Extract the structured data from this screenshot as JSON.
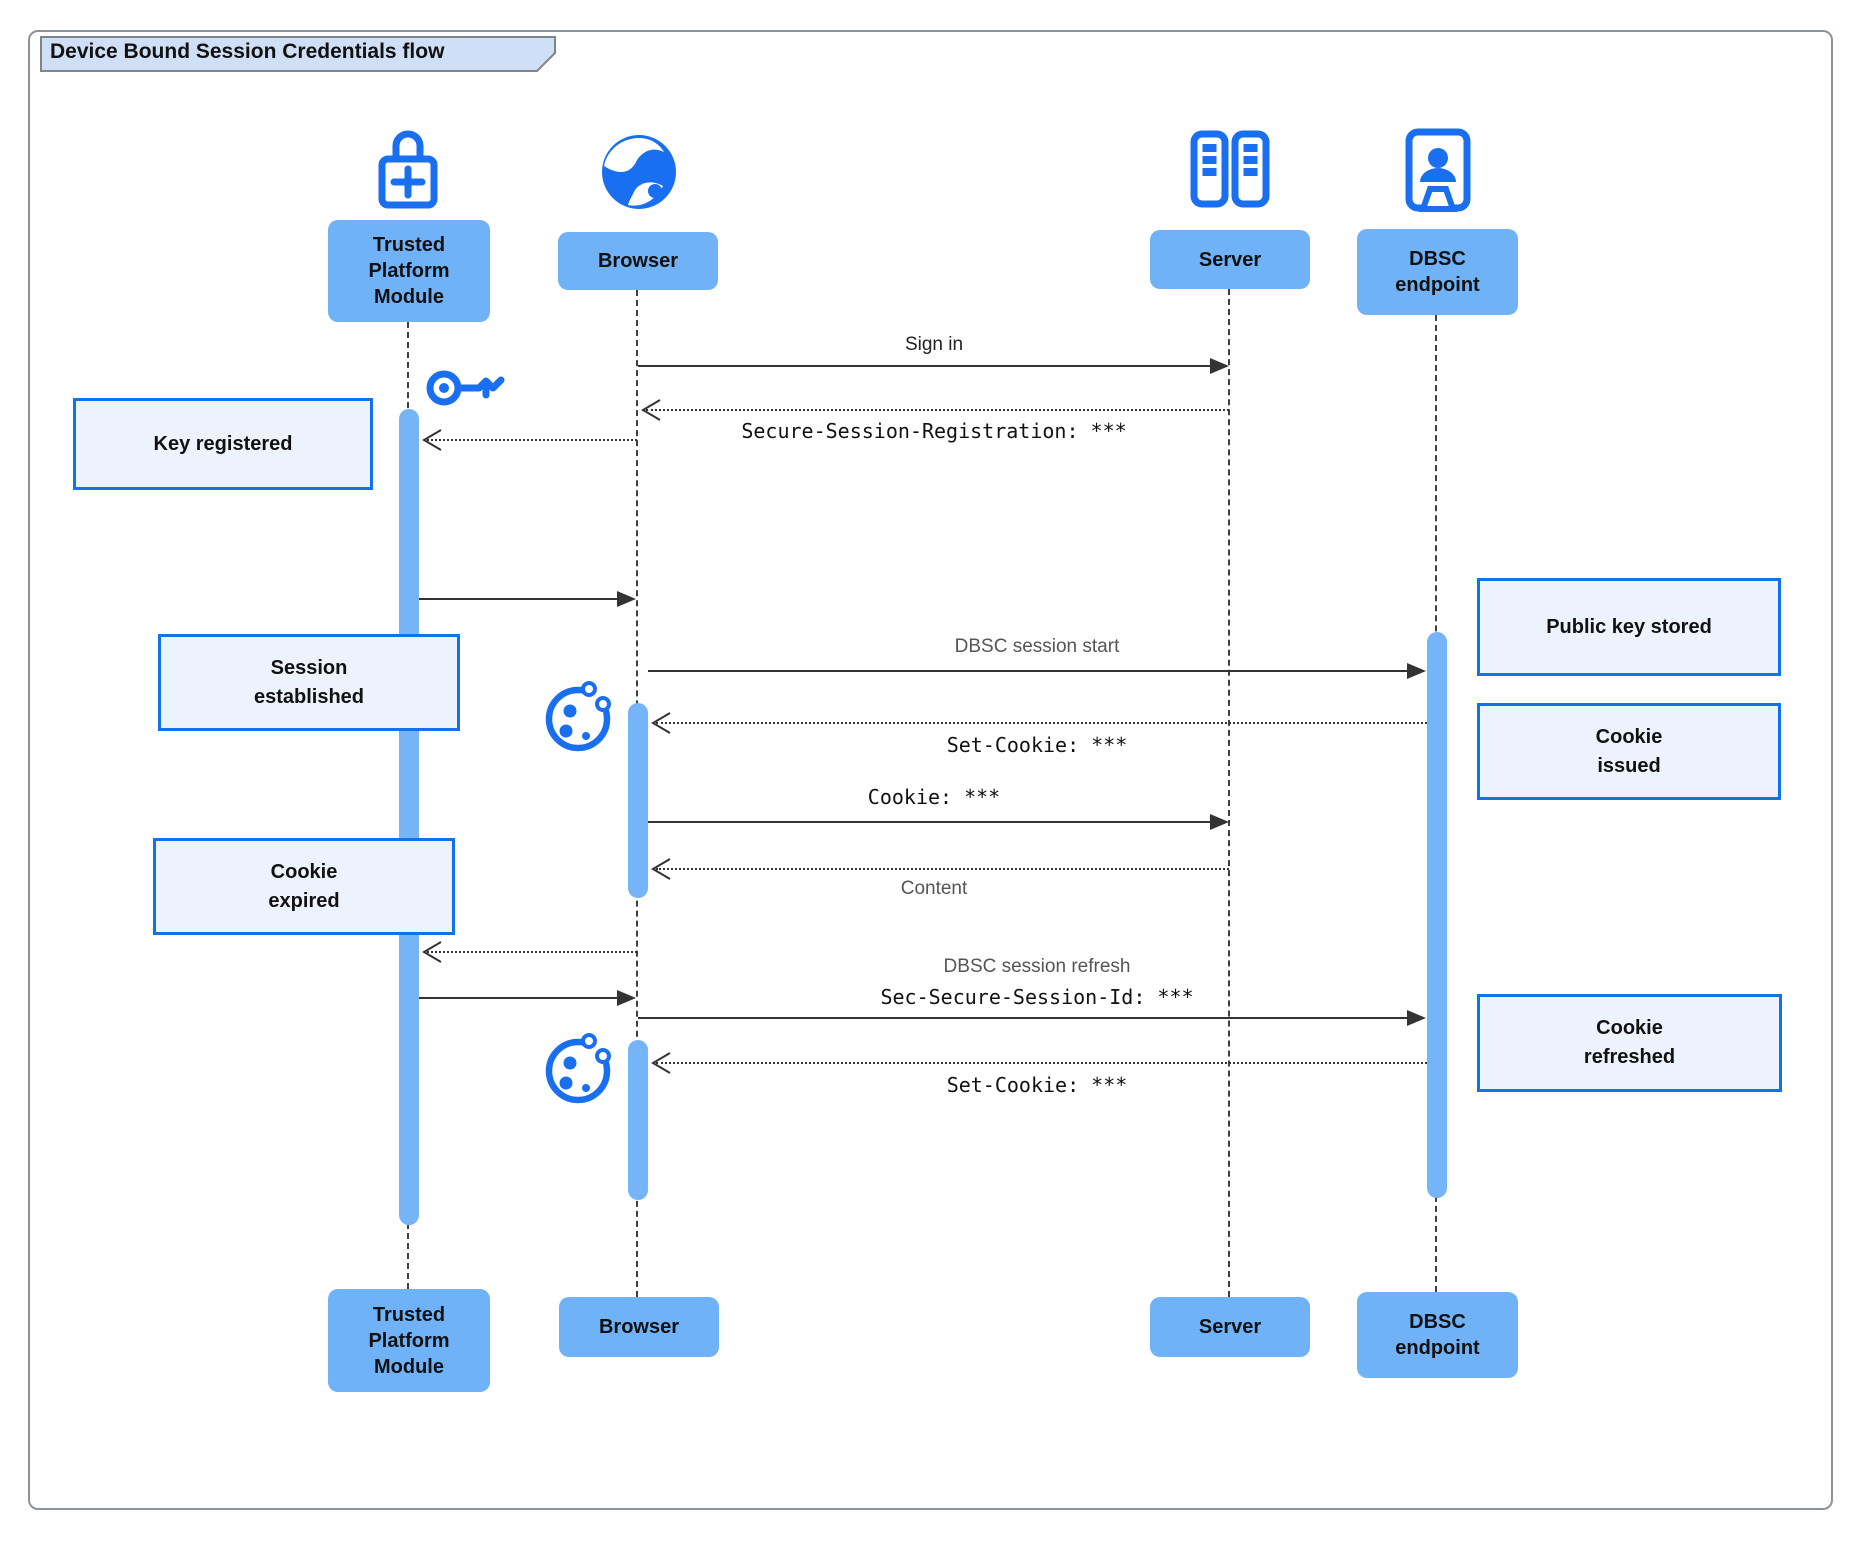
{
  "title": "Device Bound Session Credentials flow",
  "actors": {
    "tpm": {
      "label": "Trusted\nPlatform\nModule",
      "icon": "lock-plus-icon"
    },
    "browser": {
      "label": "Browser",
      "icon": "globe-icon"
    },
    "server": {
      "label": "Server",
      "icon": "server-rack-icon"
    },
    "dbsc": {
      "label": "DBSC\nendpoint",
      "icon": "id-badge-icon"
    }
  },
  "messages": {
    "sign_in": "Sign in",
    "secure_session_registration": "Secure-Session-Registration: ***",
    "dbsc_session_start": "DBSC session start",
    "set_cookie_1": "Set-Cookie: ***",
    "cookie": "Cookie: ***",
    "content": "Content",
    "dbsc_session_refresh": "DBSC session refresh",
    "sec_secure_session_id": "Sec-Secure-Session-Id: ***",
    "set_cookie_2": "Set-Cookie: ***"
  },
  "notes": {
    "key_registered": "Key registered",
    "session_established": "Session\nestablished",
    "cookie_expired": "Cookie\nexpired",
    "public_key_stored": "Public key stored",
    "cookie_issued": "Cookie\nissued",
    "cookie_refreshed": "Cookie\nrefreshed"
  },
  "colors": {
    "accent_blue": "#1a6ff0",
    "actor_fill": "#6fb2f8",
    "activation_fill": "#76b4f8",
    "note_fill": "#edf3fc",
    "note_border": "#1273e6",
    "title_fill": "#cfe0f6",
    "line_color": "#333333"
  }
}
